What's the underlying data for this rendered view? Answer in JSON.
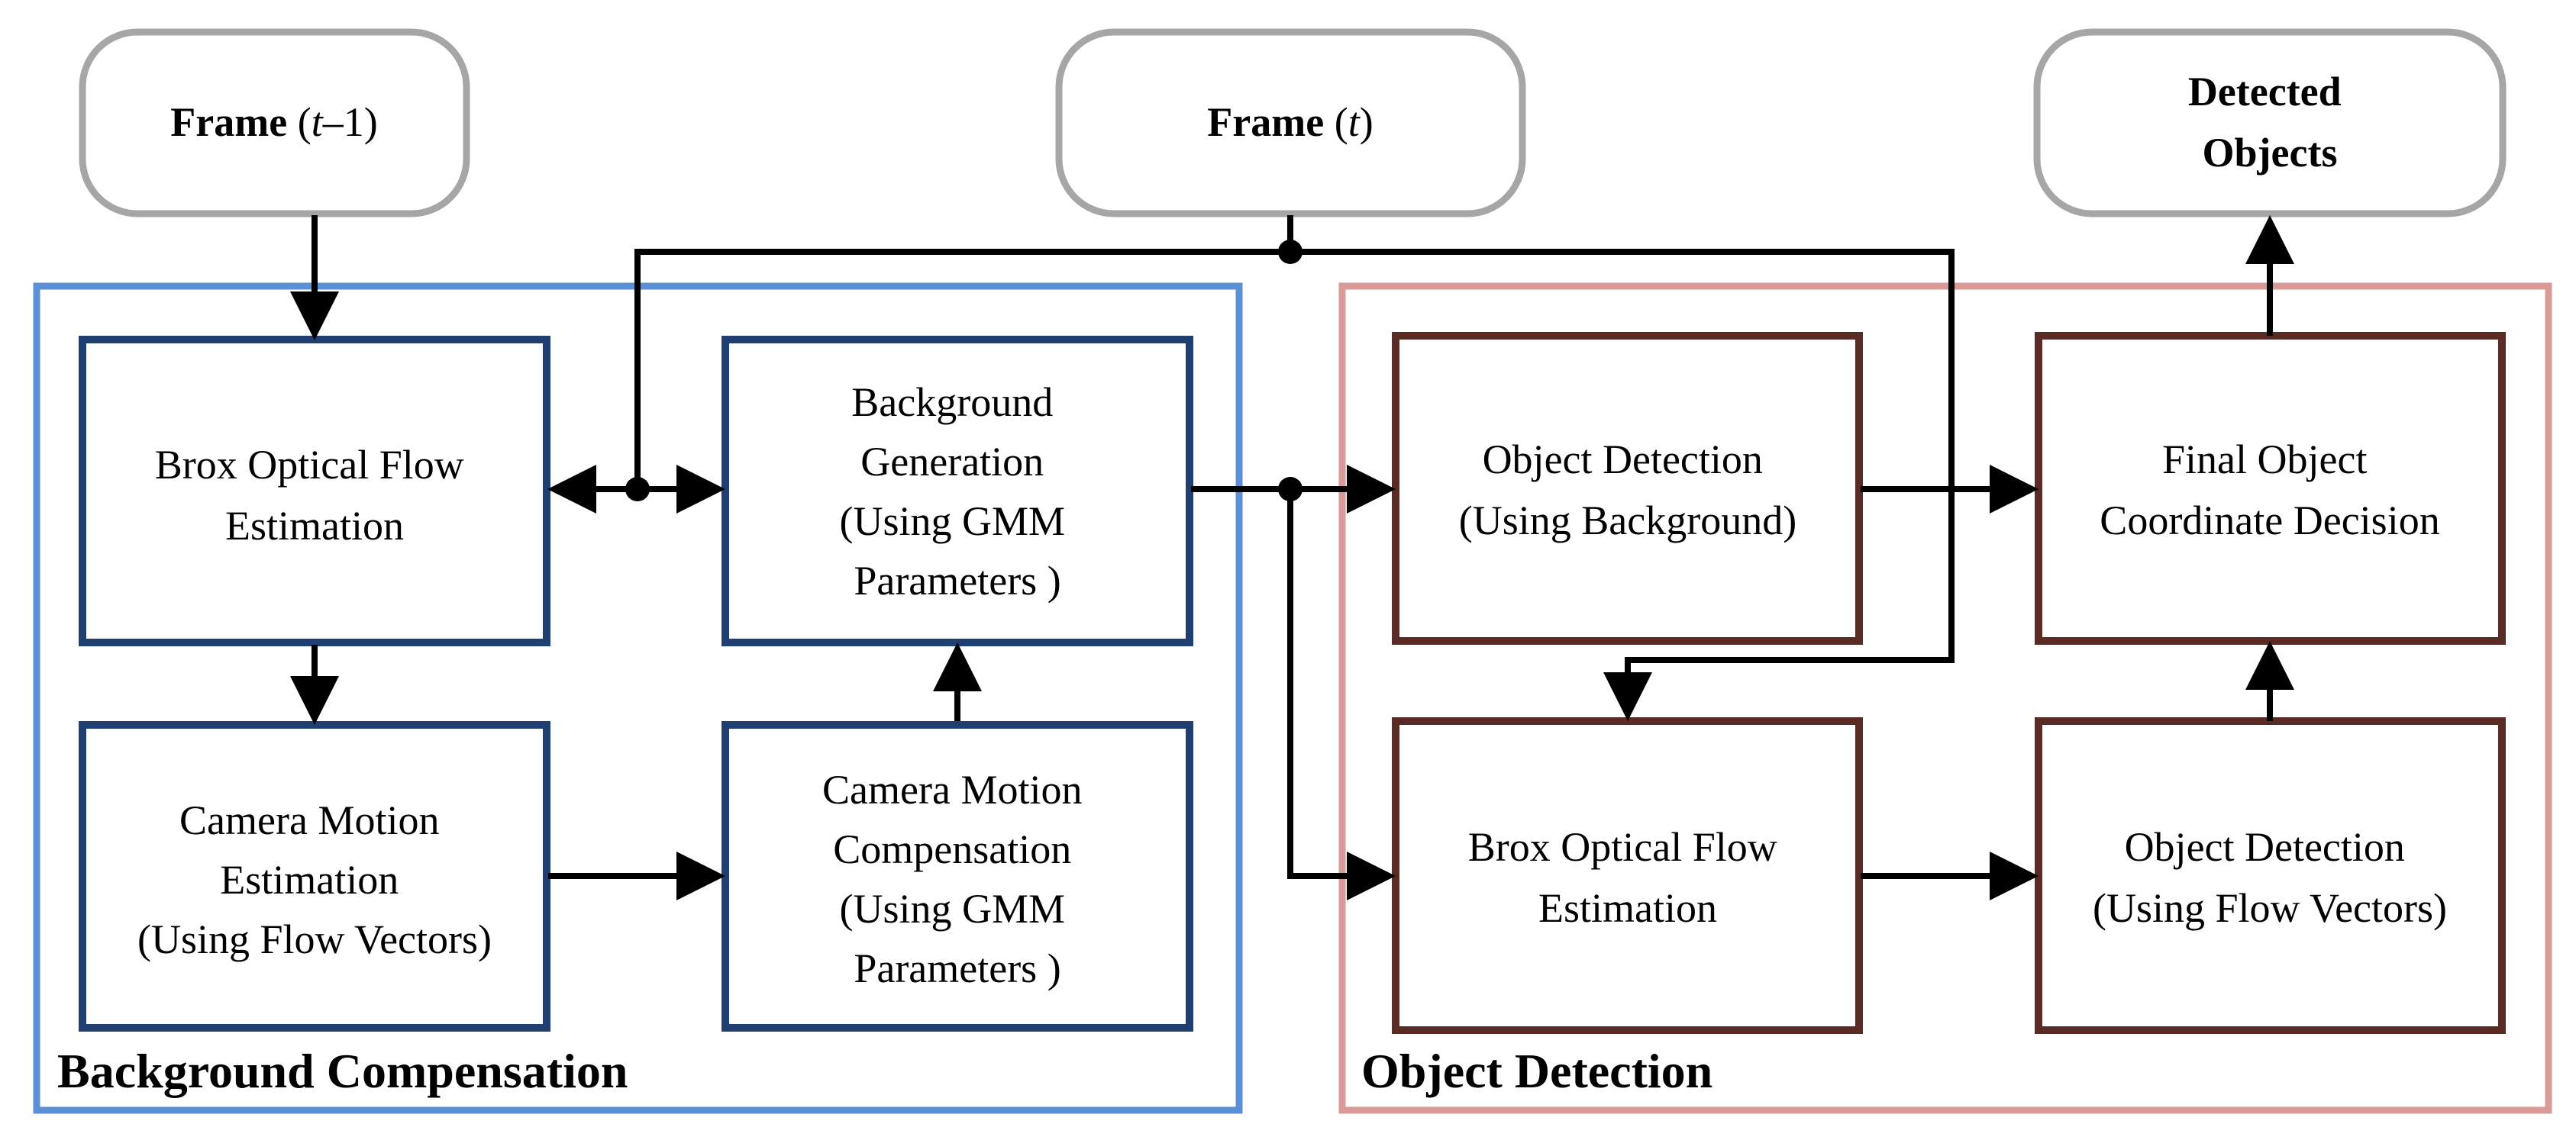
{
  "inputs": {
    "frame_prev": {
      "bold": "Frame",
      "italic": "t",
      "suffix": "–1"
    },
    "frame_curr": {
      "bold": "Frame",
      "italic": "t"
    },
    "output_lines": [
      "Detected",
      "Objects"
    ]
  },
  "groups": {
    "background_compensation": "Background Compensation",
    "object_detection": "Object Detection"
  },
  "nodes": {
    "brox_bc": [
      "Brox Optical Flow",
      "Estimation"
    ],
    "bg_gen": [
      "Background",
      "Generation",
      "(Using GMM",
      "Parameters )"
    ],
    "cam_est": [
      "Camera Motion",
      "Estimation",
      "(Using Flow Vectors)"
    ],
    "cam_comp": [
      "Camera Motion",
      "Compensation",
      "(Using GMM",
      "Parameters )"
    ],
    "obj_bg": [
      "Object Detection",
      "(Using Background)"
    ],
    "final": [
      "Final Object",
      "Coordinate Decision"
    ],
    "brox_od": [
      "Brox Optical Flow",
      "Estimation"
    ],
    "obj_flow": [
      "Object Detection",
      "(Using Flow Vectors)"
    ]
  },
  "colors": {
    "input_border": "#a6a6a6",
    "bc_group": "#5b8fd6",
    "bc_box": "#1f3f73",
    "od_group": "#d99a98",
    "od_box": "#5a2a25",
    "arrow": "#000000"
  }
}
